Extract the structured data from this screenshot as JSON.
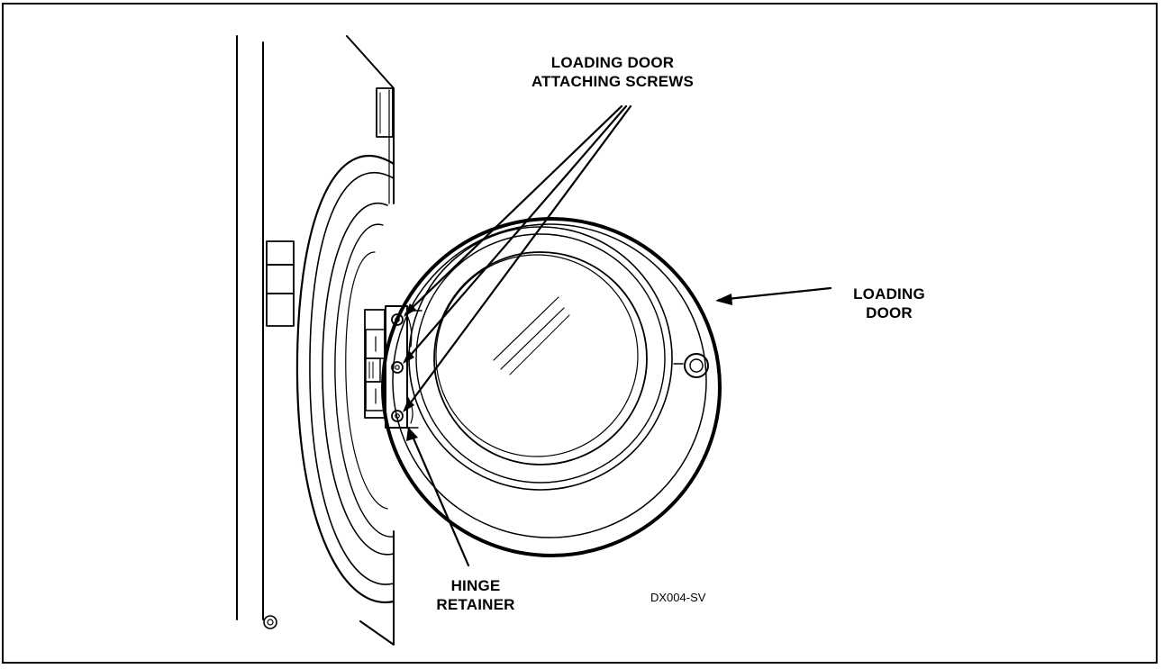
{
  "labels": {
    "attaching_screws": {
      "line1": "LOADING DOOR",
      "line2": "ATTACHING SCREWS"
    },
    "loading_door": {
      "line1": "LOADING",
      "line2": "DOOR"
    },
    "hinge_retainer": {
      "line1": "HINGE",
      "line2": "RETAINER"
    }
  },
  "figure_code": "DX004-SV",
  "colors": {
    "line": "#000000",
    "background": "#ffffff"
  }
}
